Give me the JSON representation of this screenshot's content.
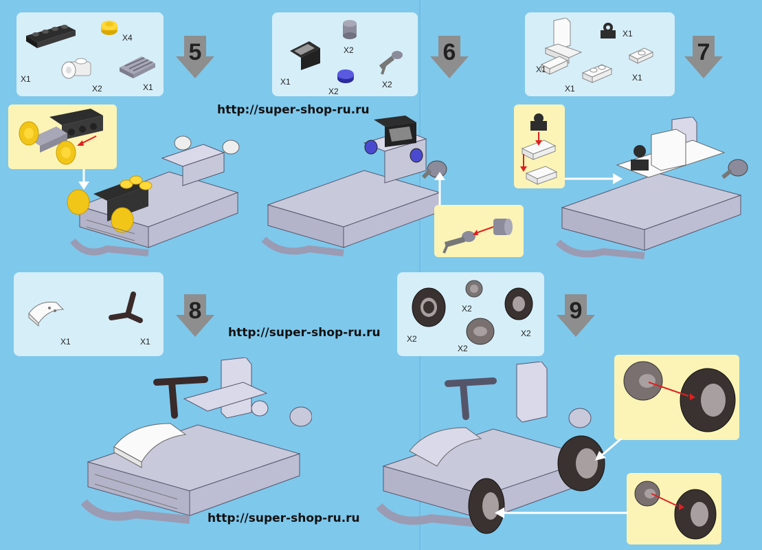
{
  "watermark": {
    "url_top": "http://super-shop-ru.ru",
    "url_middle": "http://super-shop-ru.ru",
    "url_bottom": "http://super-shop-ru.ru"
  },
  "steps": [
    {
      "number": "5",
      "quantities": [
        "X4",
        "X1",
        "X2",
        "X1"
      ],
      "parts": [
        "black-plate-1x4-icon",
        "yellow-round-plate-icon",
        "white-wheel-hub-icon",
        "grey-grille-tile-icon"
      ]
    },
    {
      "number": "6",
      "quantities": [
        "X2",
        "X1",
        "X2",
        "X2"
      ],
      "parts": [
        "black-slope-panel-icon",
        "grey-round-brick-icon",
        "blue-round-plate-icon",
        "grey-exhaust-pipe-icon"
      ]
    },
    {
      "number": "7",
      "quantities": [
        "X1",
        "X1",
        "X1",
        "X1"
      ],
      "parts": [
        "white-seat-icon",
        "black-clip-icon",
        "white-bracket-icon",
        "white-plate-1x2-icon",
        "white-jumper-plate-icon"
      ]
    },
    {
      "number": "8",
      "quantities": [
        "X1",
        "X1"
      ],
      "parts": [
        "white-curved-slope-icon",
        "black-steering-bar-icon"
      ]
    },
    {
      "number": "9",
      "quantities": [
        "X2",
        "X2",
        "X2",
        "X2"
      ],
      "parts": [
        "black-tire-small-icon",
        "grey-wheel-rim-icon",
        "black-tire-large-icon",
        "grey-wheel-hub-icon"
      ]
    }
  ],
  "colors": {
    "background": "#7ec8ec",
    "panel": "#d6eef8",
    "callout": "#fbf4b6",
    "arrow": "#8a8a8a",
    "connector": "#ffffff",
    "pointer": "#e02020"
  }
}
